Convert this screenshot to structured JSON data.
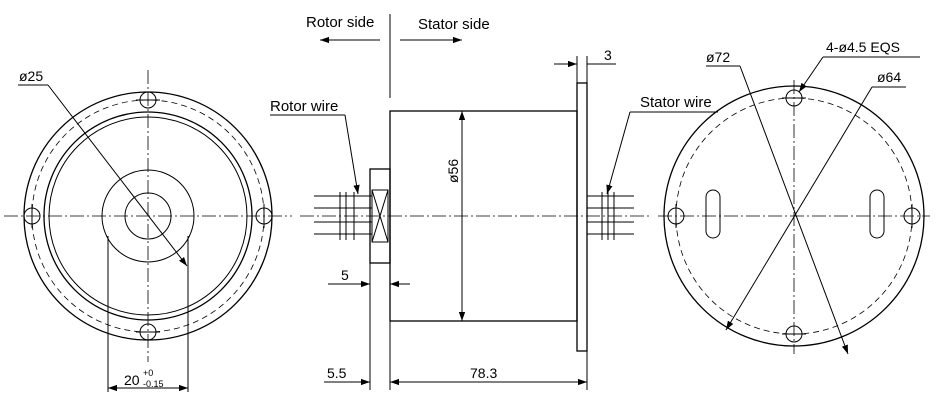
{
  "labels": {
    "rotor_side": "Rotor side",
    "stator_side": "Stator side",
    "rotor_wire": "Rotor wire",
    "stator_wire": "Stator wire"
  },
  "dimensions": {
    "rotor_bore": "ø25",
    "shaft_dia": "20",
    "shaft_tol_upper": "+0",
    "shaft_tol_lower": "-0.15",
    "body_dia": "ø56",
    "flange_thickness": "3",
    "rotor_flange": "5",
    "rotor_offset": "5.5",
    "body_length": "78.3",
    "outer_dia": "ø72",
    "mount_holes": "4-ø4.5 EQS",
    "bolt_circle": "ø64"
  }
}
